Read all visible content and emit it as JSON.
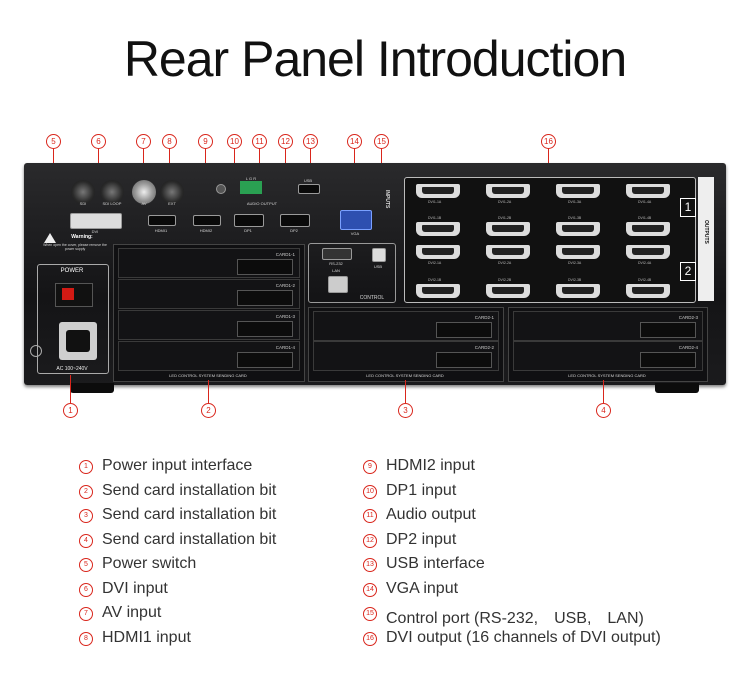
{
  "title": "Rear Panel Introduction",
  "callouts": [
    "1",
    "2",
    "3",
    "4",
    "5",
    "6",
    "7",
    "8",
    "9",
    "10",
    "11",
    "12",
    "13",
    "14",
    "15",
    "16"
  ],
  "panel": {
    "sdi": "SDI",
    "sdi_loop": "SDI LOOP",
    "av": "AV",
    "ext": "EXT",
    "dvi": "DVI",
    "hdmi1": "HDMI1",
    "hdmi2": "HDMI2",
    "dp1": "DP1",
    "dp2": "DP2",
    "vga": "VGA",
    "audio_output": "AUDIO OUTPUT",
    "lgr": "L  G  R",
    "usb_top": "USB",
    "inputs": "INPUTS",
    "rs232": "RS-232",
    "lan": "LAN",
    "usb": "USB",
    "control": "CONTROL",
    "warning_title": "Warning:",
    "warning_text": "When open the cover, please remove the power supply",
    "power": "POWER",
    "ac": "AC 100~240V",
    "sending_card": "LED CONTROL SYSTEM SENDING CARD",
    "outputs": "OUTPUTS",
    "box1": "1",
    "box2": "2",
    "cards_left": [
      "CARD1-1",
      "CARD1-2",
      "CARD1-3",
      "CARD1-4"
    ],
    "cards_mid": [
      "CARD2-1",
      "CARD2-2"
    ],
    "cards_right": [
      "CARD2-3",
      "CARD2-4"
    ],
    "dvi_outputs": [
      [
        "DVI1-1A",
        "DVI1-2A",
        "DVI1-3A",
        "DVI1-4A"
      ],
      [
        "DVI1-1B",
        "DVI1-2B",
        "DVI1-3B",
        "DVI1-4B"
      ],
      [
        "DVI2-1A",
        "DVI2-2A",
        "DVI2-3A",
        "DVI2-4A"
      ],
      [
        "DVI2-1B",
        "DVI2-2B",
        "DVI2-3B",
        "DVI2-4B"
      ]
    ]
  },
  "legend_left": [
    {
      "num": "1",
      "text": "Power input interface"
    },
    {
      "num": "2",
      "text": "Send card installation bit"
    },
    {
      "num": "3",
      "text": "Send card installation bit"
    },
    {
      "num": "4",
      "text": "Send card installation bit"
    },
    {
      "num": "5",
      "text": "Power switch"
    },
    {
      "num": "6",
      "text": "DVI input"
    },
    {
      "num": "7",
      "text": "AV input"
    },
    {
      "num": "8",
      "text": "HDMI1 input"
    }
  ],
  "legend_right": [
    {
      "num": "9",
      "text": "HDMI2 input"
    },
    {
      "num": "10",
      "text": "DP1 input"
    },
    {
      "num": "11",
      "text": "Audio output"
    },
    {
      "num": "12",
      "text": "DP2 input"
    },
    {
      "num": "13",
      "text": "USB interface"
    },
    {
      "num": "14",
      "text": "VGA input"
    },
    {
      "num": "15",
      "text": "Control port (RS-232,　USB,　LAN)"
    },
    {
      "num": "16",
      "text": "DVI output (16 channels of DVI output)"
    }
  ]
}
